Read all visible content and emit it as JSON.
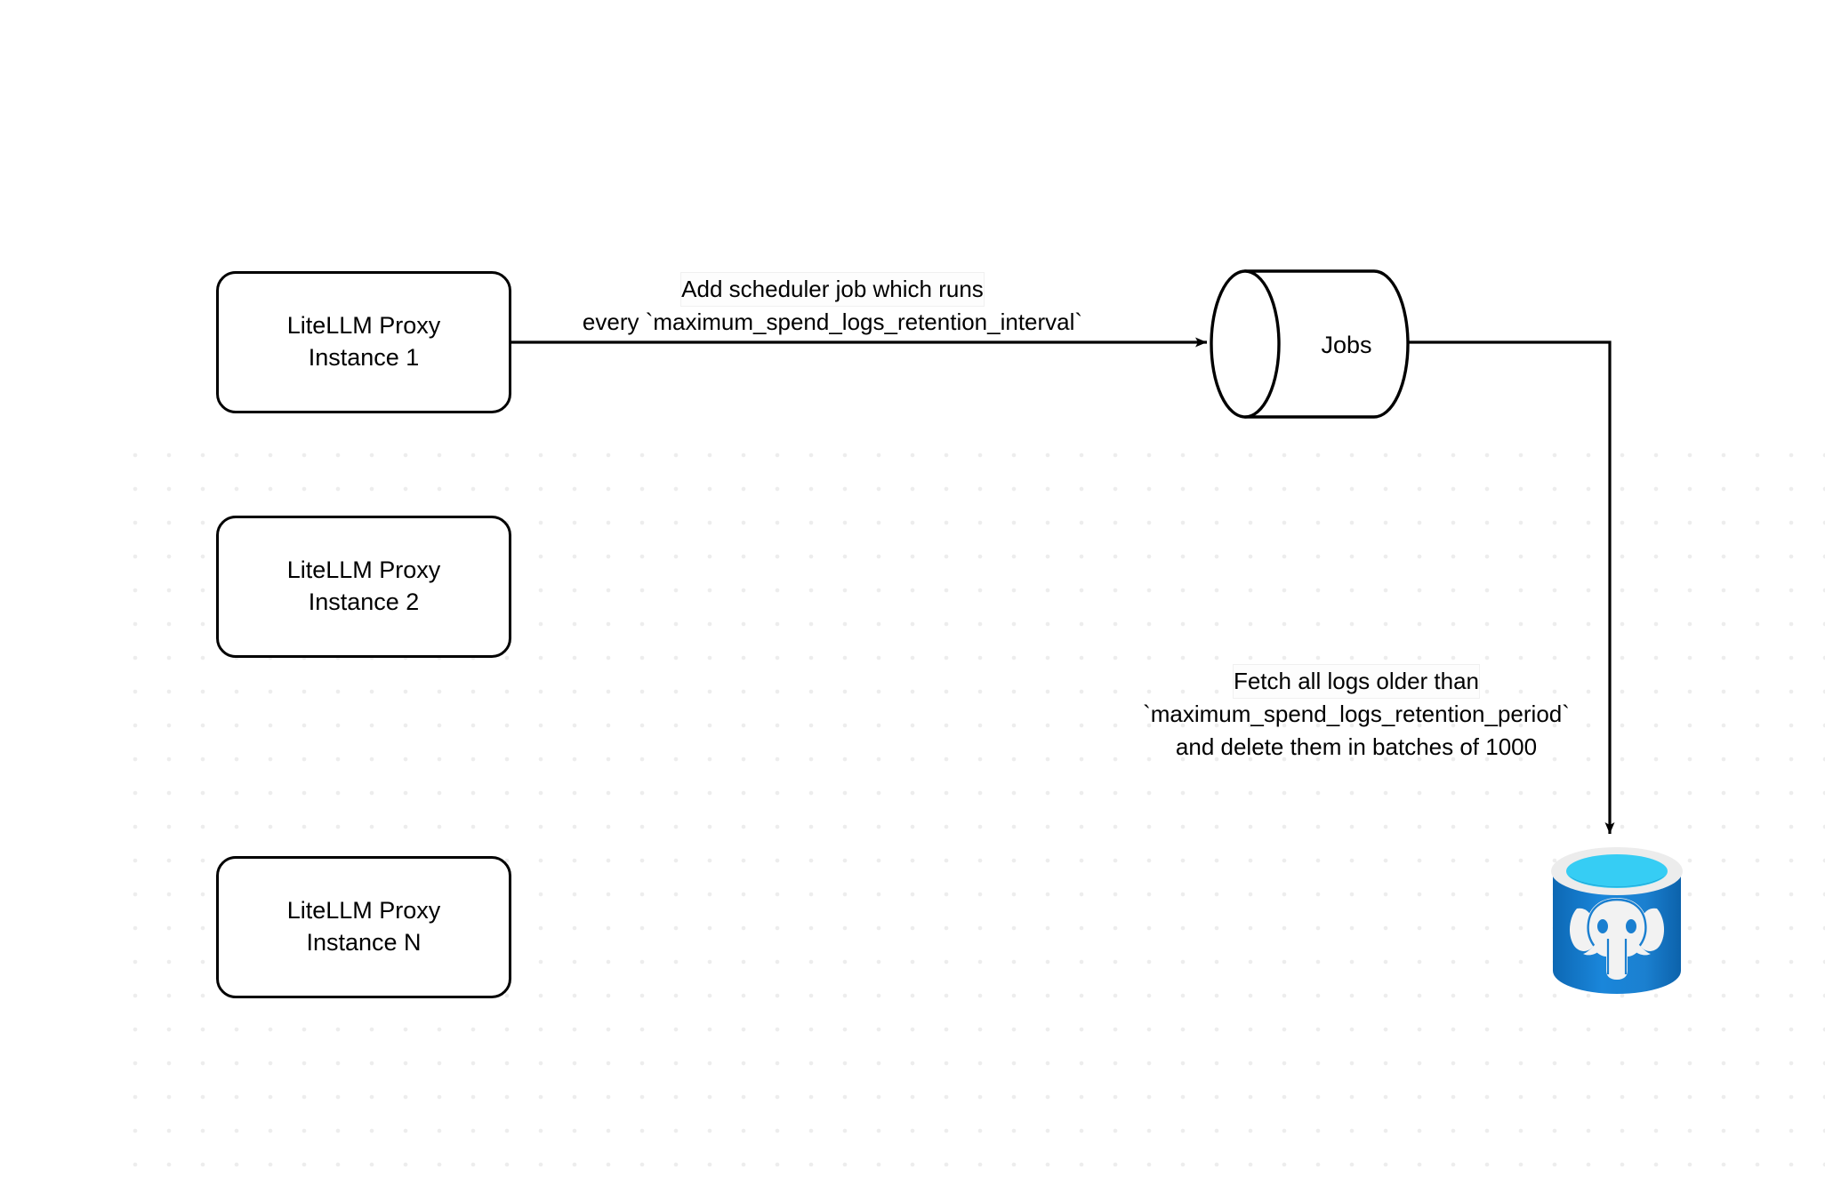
{
  "diagram": {
    "title": "LiteLLM spend logs retention scheduler flow",
    "background_color": "#ffffff",
    "grid_dot_color": "#ededed",
    "stroke_color": "#000000"
  },
  "nodes": {
    "proxy_instances": [
      {
        "id": "proxy-1",
        "line1": "LiteLLM Proxy",
        "line2": "Instance 1"
      },
      {
        "id": "proxy-2",
        "line1": "LiteLLM Proxy",
        "line2": "Instance 2"
      },
      {
        "id": "proxy-3",
        "line1": "LiteLLM Proxy",
        "line2": "Instance N"
      }
    ],
    "jobs": {
      "id": "jobs",
      "label": "Jobs",
      "shape": "cylinder"
    },
    "database": {
      "id": "postgres",
      "icon": "postgresql-database-icon",
      "body_color": "#1074c4",
      "body_color_light": "#1e8de0",
      "rim_color": "#ececec",
      "top_color": "#36cdf4",
      "top_shadow_color": "#1693c9",
      "elephant_color": "#f2f2f2"
    }
  },
  "edges": {
    "scheduler": {
      "from": "proxy-1",
      "to": "jobs",
      "line1": "Add scheduler job which runs",
      "line2": "every `maximum_spend_logs_retention_interval`"
    },
    "fetch": {
      "from": "jobs",
      "to": "postgres",
      "line1": "Fetch all logs older than",
      "line2": "`maximum_spend_logs_retention_period`",
      "line3": "and delete them in batches of 1000"
    }
  }
}
